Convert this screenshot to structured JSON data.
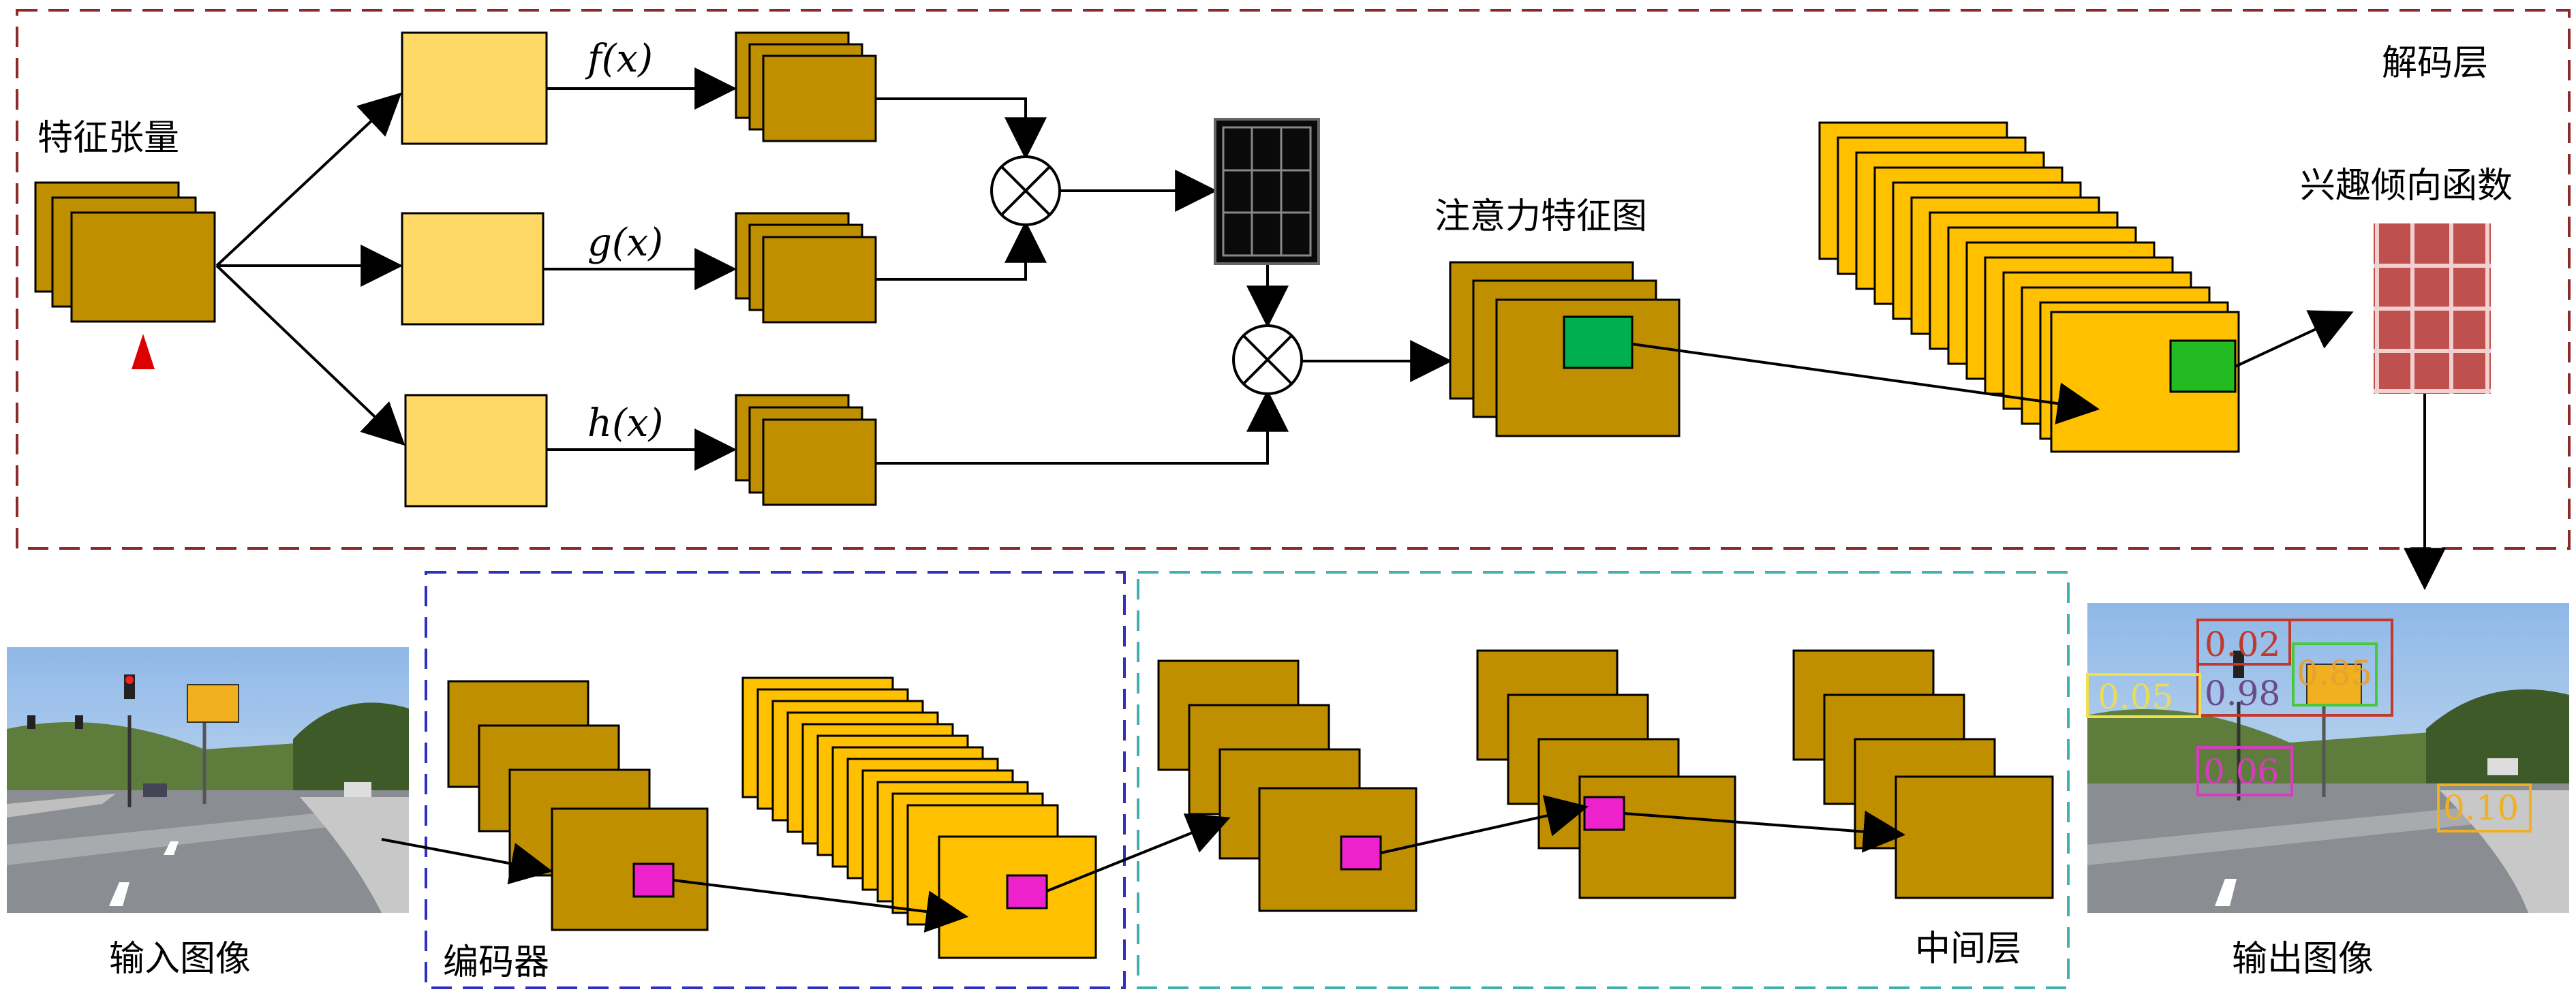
{
  "labels": {
    "feature_tensor": "特征张量",
    "decoder_layer": "解码层",
    "attention_map": "注意力特征图",
    "interest_function": "兴趣倾向函数",
    "input_image": "输入图像",
    "encoder": "编码器",
    "middle_layer": "中间层",
    "output_image": "输出图像"
  },
  "functions": {
    "f": "f(x)",
    "g": "g(x)",
    "h": "h(x)"
  },
  "detections": [
    {
      "score": "0.02",
      "color": "#c0392b"
    },
    {
      "score": "0.98",
      "color": "#c0392b"
    },
    {
      "score": "0.05",
      "color": "#f1e04a"
    },
    {
      "score": "0.85",
      "color": "#46c93a"
    },
    {
      "score": "0.06",
      "color": "#d63cc0"
    },
    {
      "score": "0.10",
      "color": "#f0b020"
    }
  ],
  "colors": {
    "block_dark": "#bf8f00",
    "block_bright": "#ffc000",
    "block_light": "#ffd966",
    "highlight_green": "#00b050",
    "highlight_magenta": "#ee22cc",
    "interest_grid": "#c0504d",
    "decoder_border": "#8b2a2a",
    "encoder_border": "#3030c0",
    "middle_border": "#40b0b0"
  }
}
